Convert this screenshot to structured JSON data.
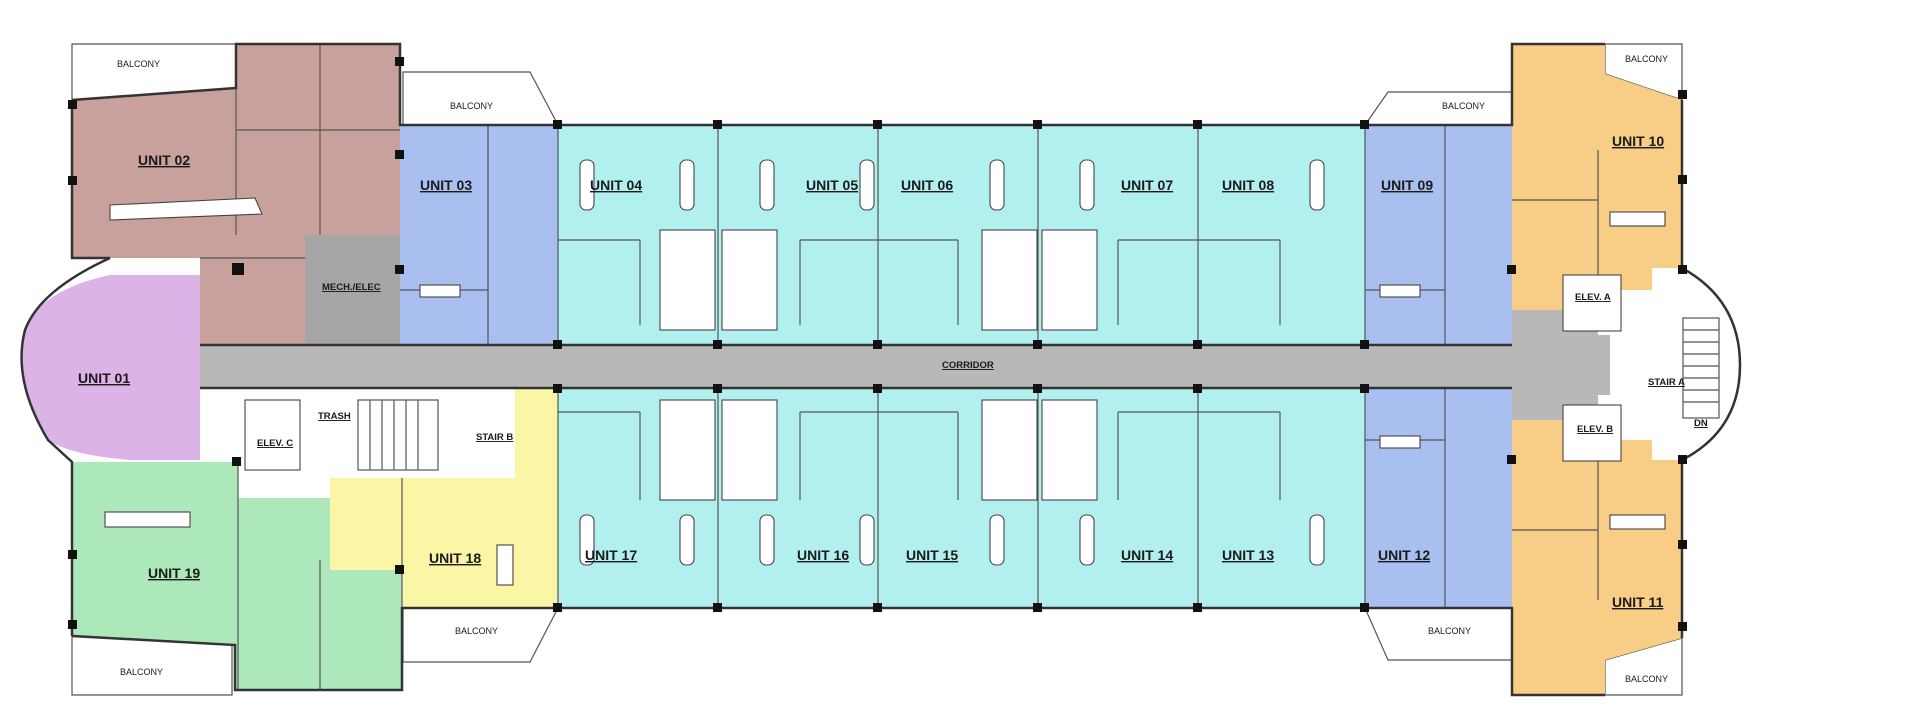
{
  "colors": {
    "unit02": "#c9a19c",
    "unit01": "#dcb3e6",
    "unit19": "#ade8bb",
    "unit03_09_12": "#a9bff0",
    "typical": "#b2f0f0",
    "unit18": "#fbf6a6",
    "unit10_11": "#f8cd86",
    "corridor": "#b8b8b8",
    "mech": "#a6a6a6",
    "core": "#ffffff",
    "wall": "#333333"
  },
  "units": {
    "u01": "UNIT 01",
    "u02": "UNIT 02",
    "u03": "UNIT 03",
    "u04": "UNIT 04",
    "u05": "UNIT 05",
    "u06": "UNIT 06",
    "u07": "UNIT 07",
    "u08": "UNIT 08",
    "u09": "UNIT 09",
    "u10": "UNIT 10",
    "u11": "UNIT 11",
    "u12": "UNIT 12",
    "u13": "UNIT 13",
    "u14": "UNIT 14",
    "u15": "UNIT 15",
    "u16": "UNIT 16",
    "u17": "UNIT 17",
    "u18": "UNIT 18",
    "u19": "UNIT 19"
  },
  "spaces": {
    "corridor": "CORRIDOR",
    "mech": "MECH./ELEC",
    "elev_a": "ELEV. A",
    "elev_b": "ELEV. B",
    "elev_c": "ELEV. C",
    "trash": "TRASH",
    "stair_a": "STAIR A",
    "stair_b": "STAIR B",
    "dn": "DN",
    "balcony": "BALCONY"
  }
}
